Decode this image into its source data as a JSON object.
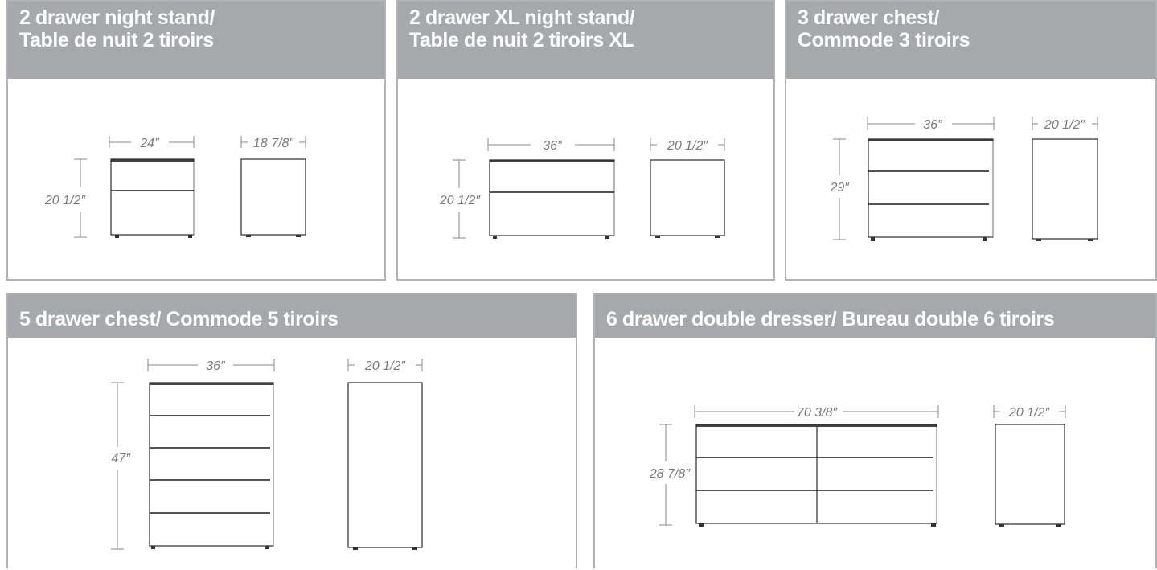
{
  "panels": [
    {
      "title_line1": "2 drawer night stand/",
      "title_line2": "Table de nuit 2 tiroirs",
      "width": "24″",
      "depth": "18 7/8″",
      "height": "20 1/2″",
      "drawers": 2,
      "columns": 1
    },
    {
      "title_line1": "2 drawer XL night stand/",
      "title_line2": "Table de nuit 2 tiroirs XL",
      "width": "36″",
      "depth": "20 1/2″",
      "height": "20 1/2″",
      "drawers": 2,
      "columns": 1
    },
    {
      "title_line1": "3 drawer chest/",
      "title_line2": "Commode 3 tiroirs",
      "width": "36″",
      "depth": "20 1/2″",
      "height": "29″",
      "drawers": 3,
      "columns": 1
    },
    {
      "title_line1": "5 drawer chest/ Commode 5 tiroirs",
      "title_line2": "",
      "width": "36″",
      "depth": "20 1/2″",
      "height": "47″",
      "drawers": 5,
      "columns": 1
    },
    {
      "title_line1": "6 drawer double dresser/ Bureau double 6 tiroirs",
      "title_line2": "",
      "width": "70 3/8″",
      "depth": "20 1/2″",
      "height": "28 7/8″",
      "drawers": 3,
      "columns": 2
    }
  ]
}
